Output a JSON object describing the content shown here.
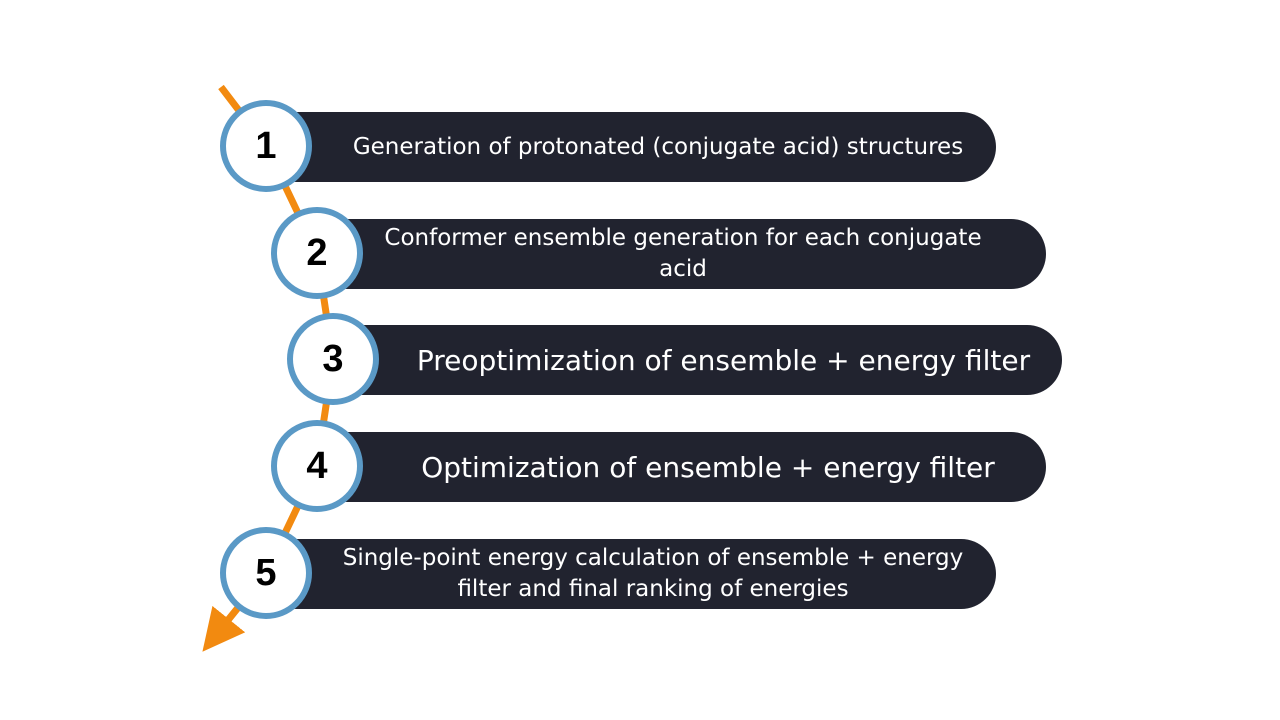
{
  "colors": {
    "bar": "#21232f",
    "circle_border": "#5a99c6",
    "arrow": "#f28a10"
  },
  "steps": [
    {
      "number": "1",
      "text": "Generation of protonated (conjugate acid) structures"
    },
    {
      "number": "2",
      "text": "Conformer ensemble generation for each conjugate acid"
    },
    {
      "number": "3",
      "text": "Preoptimization of ensemble + energy filter"
    },
    {
      "number": "4",
      "text": "Optimization of ensemble + energy filter"
    },
    {
      "number": "5",
      "text": "Single-point energy calculation of ensemble + energy filter and final ranking of energies"
    }
  ]
}
